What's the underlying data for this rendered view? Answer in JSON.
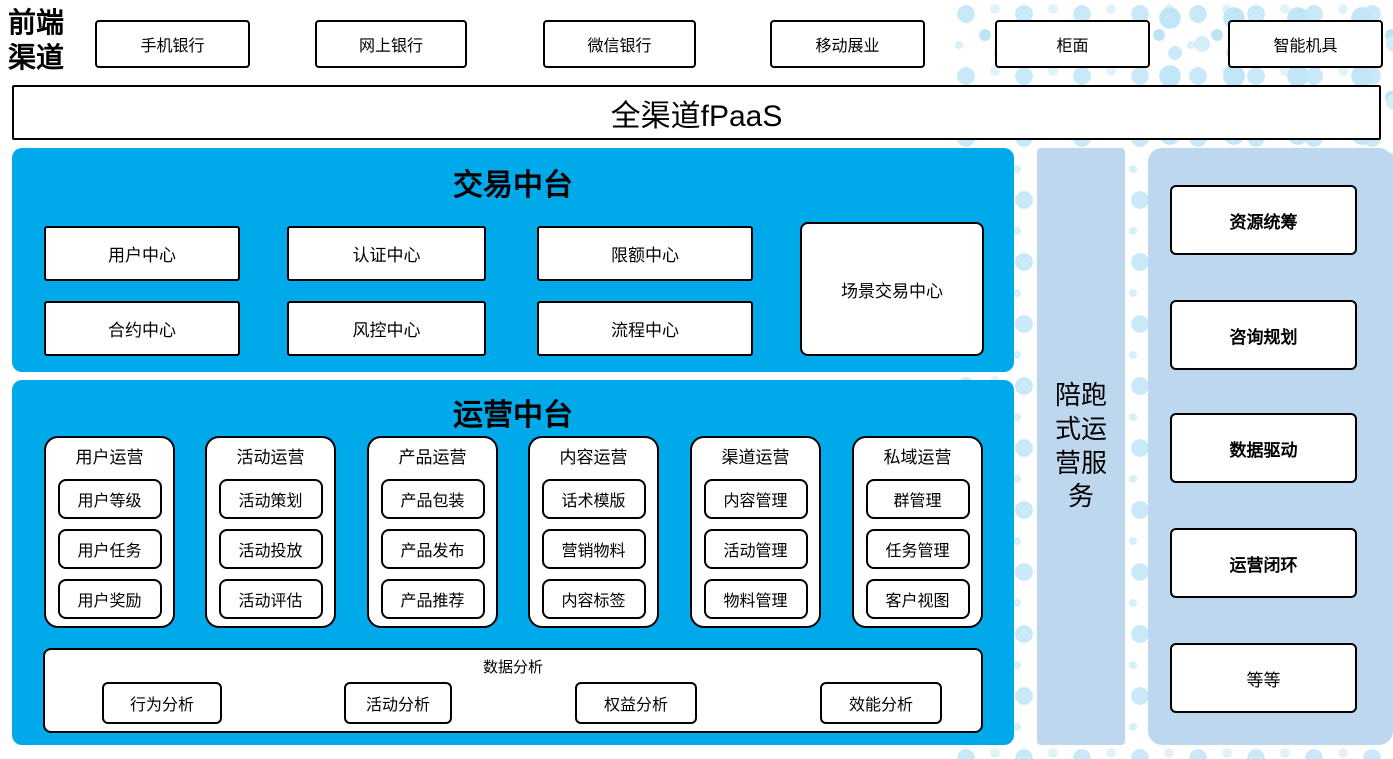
{
  "frontend": {
    "label": "前端渠道",
    "channels": [
      "手机银行",
      "网上银行",
      "微信银行",
      "移动展业",
      "柜面",
      "智能机具"
    ]
  },
  "fpaas_bar": {
    "label": "全渠道fPaaS"
  },
  "trade_platform": {
    "title": "交易中台",
    "row1": [
      "用户中心",
      "认证中心",
      "限额中心"
    ],
    "row2": [
      "合约中心",
      "风控中心",
      "流程中心"
    ],
    "scene_center": "场景交易中心"
  },
  "ops_platform": {
    "title": "运营中台",
    "columns": [
      {
        "title": "用户运营",
        "items": [
          "用户等级",
          "用户任务",
          "用户奖励"
        ]
      },
      {
        "title": "活动运营",
        "items": [
          "活动策划",
          "活动投放",
          "活动评估"
        ]
      },
      {
        "title": "产品运营",
        "items": [
          "产品包装",
          "产品发布",
          "产品推荐"
        ]
      },
      {
        "title": "内容运营",
        "items": [
          "话术模版",
          "营销物料",
          "内容标签"
        ]
      },
      {
        "title": "渠道运营",
        "items": [
          "内容管理",
          "活动管理",
          "物料管理"
        ]
      },
      {
        "title": "私域运营",
        "items": [
          "群管理",
          "任务管理",
          "客户视图"
        ]
      }
    ],
    "data_analysis": {
      "title": "数据分析",
      "items": [
        "行为分析",
        "活动分析",
        "权益分析",
        "效能分析"
      ]
    }
  },
  "side_service": {
    "label": "陪跑式运营服务"
  },
  "right_panel": {
    "items": [
      "资源统筹",
      "咨询规划",
      "数据驱动",
      "运营闭环",
      "等等"
    ]
  },
  "colors": {
    "primary_blue": "#00A9EA",
    "panel_blue": "#BDD7EE",
    "dot_light": "#D9EFFA",
    "dot_medium": "#BFE3F5",
    "border_black": "#000000"
  }
}
